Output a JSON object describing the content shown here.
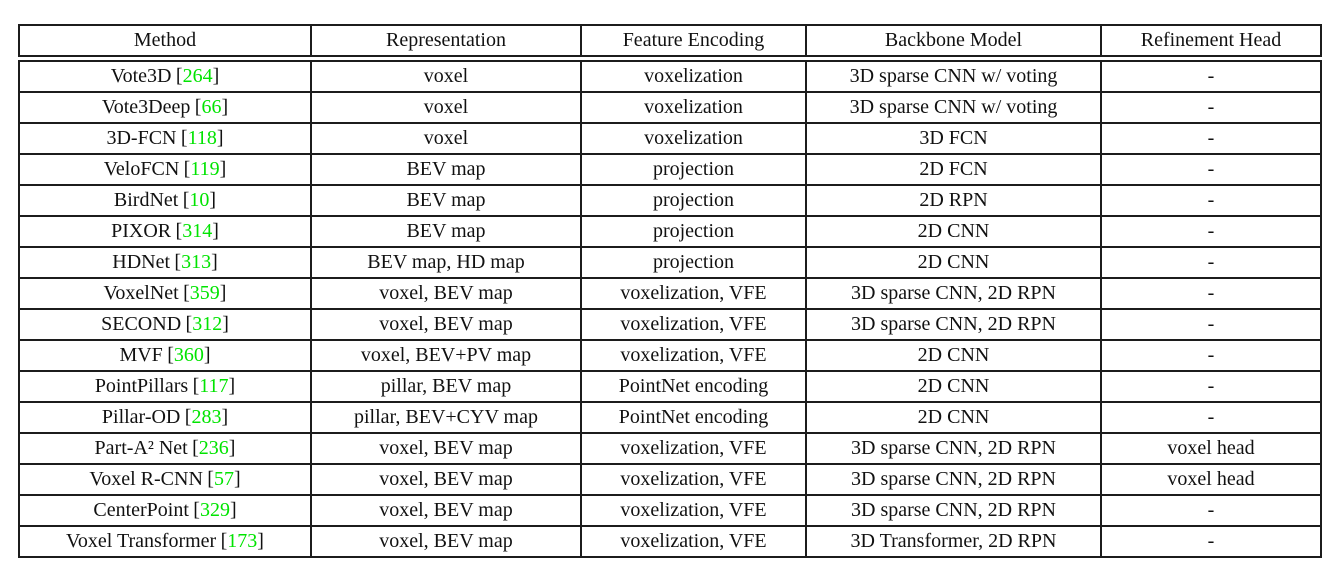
{
  "colors": {
    "citation": "#00e400",
    "text": "#111111",
    "border": "#1c1c1c",
    "background": "#ffffff"
  },
  "citation": {
    "open": "[",
    "close": "]"
  },
  "table": {
    "columns": [
      "Method",
      "Representation",
      "Feature Encoding",
      "Backbone Model",
      "Refinement Head"
    ],
    "rows": [
      {
        "method": "Vote3D",
        "cite": "264",
        "representation": "voxel",
        "encoding": "voxelization",
        "backbone": "3D sparse CNN w/ voting",
        "refinement": "-"
      },
      {
        "method": "Vote3Deep",
        "cite": "66",
        "representation": "voxel",
        "encoding": "voxelization",
        "backbone": "3D sparse CNN w/ voting",
        "refinement": "-"
      },
      {
        "method": "3D-FCN",
        "cite": "118",
        "representation": "voxel",
        "encoding": "voxelization",
        "backbone": "3D FCN",
        "refinement": "-"
      },
      {
        "method": "VeloFCN",
        "cite": "119",
        "representation": "BEV map",
        "encoding": "projection",
        "backbone": "2D FCN",
        "refinement": "-"
      },
      {
        "method": "BirdNet",
        "cite": "10",
        "representation": "BEV map",
        "encoding": "projection",
        "backbone": "2D RPN",
        "refinement": "-"
      },
      {
        "method": "PIXOR",
        "cite": "314",
        "representation": "BEV map",
        "encoding": "projection",
        "backbone": "2D CNN",
        "refinement": "-"
      },
      {
        "method": "HDNet",
        "cite": "313",
        "representation": "BEV map, HD map",
        "encoding": "projection",
        "backbone": "2D CNN",
        "refinement": "-"
      },
      {
        "method": "VoxelNet",
        "cite": "359",
        "representation": "voxel, BEV map",
        "encoding": "voxelization, VFE",
        "backbone": "3D sparse CNN, 2D RPN",
        "refinement": "-"
      },
      {
        "method": "SECOND",
        "cite": "312",
        "representation": "voxel, BEV map",
        "encoding": "voxelization, VFE",
        "backbone": "3D sparse CNN, 2D RPN",
        "refinement": "-"
      },
      {
        "method": "MVF",
        "cite": "360",
        "representation": "voxel, BEV+PV map",
        "encoding": "voxelization, VFE",
        "backbone": "2D CNN",
        "refinement": "-"
      },
      {
        "method": "PointPillars",
        "cite": "117",
        "representation": "pillar, BEV map",
        "encoding": "PointNet encoding",
        "backbone": "2D CNN",
        "refinement": "-"
      },
      {
        "method": "Pillar-OD",
        "cite": "283",
        "representation": "pillar, BEV+CYV map",
        "encoding": "PointNet encoding",
        "backbone": "2D CNN",
        "refinement": "-"
      },
      {
        "method": "Part-A² Net",
        "cite": "236",
        "representation": "voxel, BEV map",
        "encoding": "voxelization, VFE",
        "backbone": "3D sparse CNN, 2D RPN",
        "refinement": "voxel head"
      },
      {
        "method": "Voxel R-CNN",
        "cite": "57",
        "representation": "voxel, BEV map",
        "encoding": "voxelization, VFE",
        "backbone": "3D sparse CNN, 2D RPN",
        "refinement": "voxel head"
      },
      {
        "method": "CenterPoint",
        "cite": "329",
        "representation": "voxel, BEV map",
        "encoding": "voxelization, VFE",
        "backbone": "3D sparse CNN, 2D RPN",
        "refinement": "-"
      },
      {
        "method": "Voxel Transformer",
        "cite": "173",
        "representation": "voxel, BEV map",
        "encoding": "voxelization, VFE",
        "backbone": "3D Transformer, 2D RPN",
        "refinement": "-"
      }
    ]
  }
}
